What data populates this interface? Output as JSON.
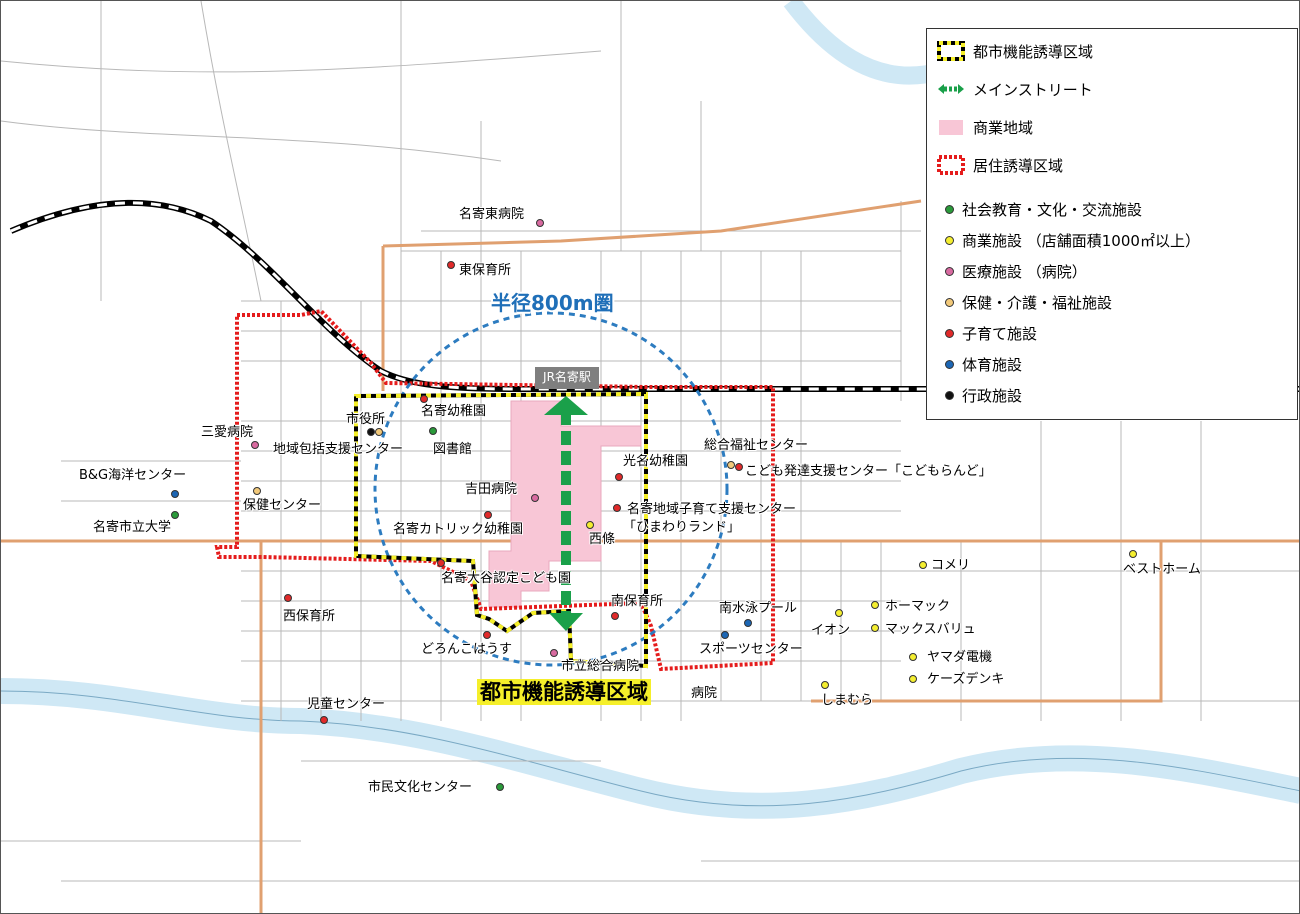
{
  "map": {
    "radius_label": "半径800m圏",
    "urban_zone_label": "都市機能誘導区域",
    "station_label": "JR名寄駅"
  },
  "colors": {
    "urban_zone": "#f5ef2a",
    "residential_zone": "#e51c1c",
    "commercial": "#f8c6d6",
    "main_street": "#1aa04a",
    "radius_circle": "#2d7cc0",
    "rail": "#000000",
    "river": "#cfe8f5",
    "trunk_road": "#e0a070"
  },
  "legend": {
    "items": [
      {
        "key": "urban",
        "label": "都市機能誘導区域"
      },
      {
        "key": "street",
        "label": "メインストリート"
      },
      {
        "key": "commercial",
        "label": "商業地域"
      },
      {
        "key": "residential",
        "label": "居住誘導区域"
      },
      {
        "key": "culture",
        "label": "社会教育・文化・交流施設",
        "color": "#2a9a3a"
      },
      {
        "key": "commerce",
        "label": "商業施設 （店舗面積1000㎡以上）",
        "color": "#f4ee30"
      },
      {
        "key": "medical",
        "label": "医療施設 （病院）",
        "color": "#d86aa0"
      },
      {
        "key": "welfare",
        "label": "保健・介護・福祉施設",
        "color": "#f2c97a"
      },
      {
        "key": "childcare",
        "label": "子育て施設",
        "color": "#e12a2a"
      },
      {
        "key": "sports",
        "label": "体育施設",
        "color": "#1c66b4"
      },
      {
        "key": "admin",
        "label": "行政施設",
        "color": "#111111"
      }
    ]
  },
  "facilities": [
    {
      "label": "名寄東病院",
      "type": "medical"
    },
    {
      "label": "東保育所",
      "type": "childcare"
    },
    {
      "label": "名寄幼稚園",
      "type": "childcare"
    },
    {
      "label": "市役所",
      "type": "admin"
    },
    {
      "label": "地域包括支援センター",
      "type": "welfare"
    },
    {
      "label": "図書館",
      "type": "culture"
    },
    {
      "label": "三愛病院",
      "type": "medical"
    },
    {
      "label": "B&G海洋センター",
      "type": "sports"
    },
    {
      "label": "保健センター",
      "type": "welfare"
    },
    {
      "label": "名寄市立大学",
      "type": "culture"
    },
    {
      "label": "吉田病院",
      "type": "medical"
    },
    {
      "label": "名寄カトリック幼稚園",
      "type": "childcare"
    },
    {
      "label": "名寄大谷認定こども園",
      "type": "childcare"
    },
    {
      "label": "光名幼稚園",
      "type": "childcare"
    },
    {
      "label": "総合福祉センター",
      "type": "welfare"
    },
    {
      "label": "こども発達支援センター「こどもらんど」",
      "type": "childcare"
    },
    {
      "label": "名寄地域子育て支援センター",
      "type": "childcare"
    },
    {
      "label": "「ひまわりランド」",
      "type": "childcare"
    },
    {
      "label": "西條",
      "type": "commerce"
    },
    {
      "label": "南保育所",
      "type": "childcare"
    },
    {
      "label": "西保育所",
      "type": "childcare"
    },
    {
      "label": "どろんこはうす",
      "type": "childcare"
    },
    {
      "label": "市立総合病院",
      "type": "medical"
    },
    {
      "label": "病院",
      "type": "medical"
    },
    {
      "label": "南水泳プール",
      "type": "sports"
    },
    {
      "label": "スポーツセンター",
      "type": "sports"
    },
    {
      "label": "児童センター",
      "type": "childcare"
    },
    {
      "label": "市民文化センター",
      "type": "culture"
    },
    {
      "label": "コメリ",
      "type": "commerce"
    },
    {
      "label": "ベストホーム",
      "type": "commerce"
    },
    {
      "label": "ホーマック",
      "type": "commerce"
    },
    {
      "label": "イオン",
      "type": "commerce"
    },
    {
      "label": "マックスバリュ",
      "type": "commerce"
    },
    {
      "label": "ヤマダ電機",
      "type": "commerce"
    },
    {
      "label": "ケーズデンキ",
      "type": "commerce"
    },
    {
      "label": "しまむら",
      "type": "commerce"
    }
  ]
}
